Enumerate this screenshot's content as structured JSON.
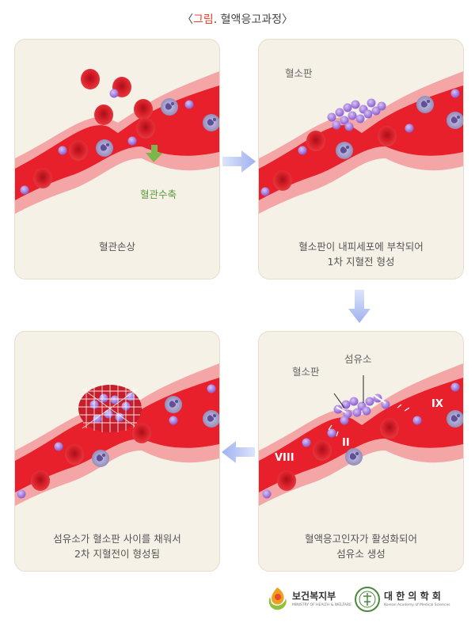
{
  "title": {
    "open": "〈",
    "highlight": "그림",
    "rest": ". 혈액응고과정〉"
  },
  "panels": [
    {
      "caption_lines": [
        "혈관손상"
      ],
      "labels": {
        "contraction": "혈관수축"
      }
    },
    {
      "caption_lines": [
        "혈소판이 내피세포에 부착되어",
        "1차 지혈전 형성"
      ],
      "labels": {
        "platelet": "혈소판"
      }
    },
    {
      "caption_lines": [
        "혈액응고인자가 활성화되어",
        "섬유소 생성"
      ],
      "labels": {
        "platelet": "혈소판",
        "fibrin": "섬유소",
        "factor_viii": "VIII",
        "factor_ii": "II",
        "factor_ix": "IX"
      }
    },
    {
      "caption_lines": [
        "섬유소가 혈소판 사이를 채워서",
        "2차 지혈전이 형성됨"
      ],
      "labels": {}
    }
  ],
  "footer": {
    "mohw_name": "보건복지부",
    "mohw_sub": "MINISTRY OF HEALTH & WELFARE",
    "kams_name": "대 한 의 학 회",
    "kams_sub": "Korean Academy of Medical Sciences"
  },
  "colors": {
    "vessel_wall": "#f4a6a6",
    "blood": "#e8202c",
    "rbc": "#d41a24",
    "platelet": "#9b6fd6",
    "wbc": "#8d86b8",
    "arrow": "#aebcf0",
    "panel_bg": "#f6f1e7",
    "title_highlight": "#e8432c",
    "contraction_arrow": "#7ab648"
  }
}
